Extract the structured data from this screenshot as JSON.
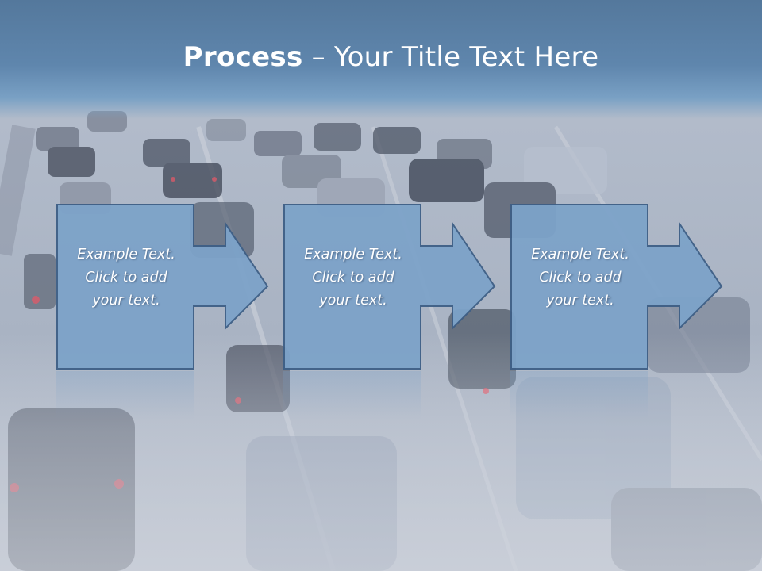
{
  "title": {
    "bold": "Process",
    "rest": " – Your Title Text Here"
  },
  "steps": [
    {
      "text": "Example Text.\nClick  to add\nyour text."
    },
    {
      "text": "Example Text.\nClick  to add\nyour text."
    },
    {
      "text": "Example Text.\nClick  to add\nyour text."
    }
  ],
  "colors": {
    "title_band": "#5f86ad",
    "step_fill": "#7da3c9",
    "step_stroke": "#3e5f86"
  }
}
